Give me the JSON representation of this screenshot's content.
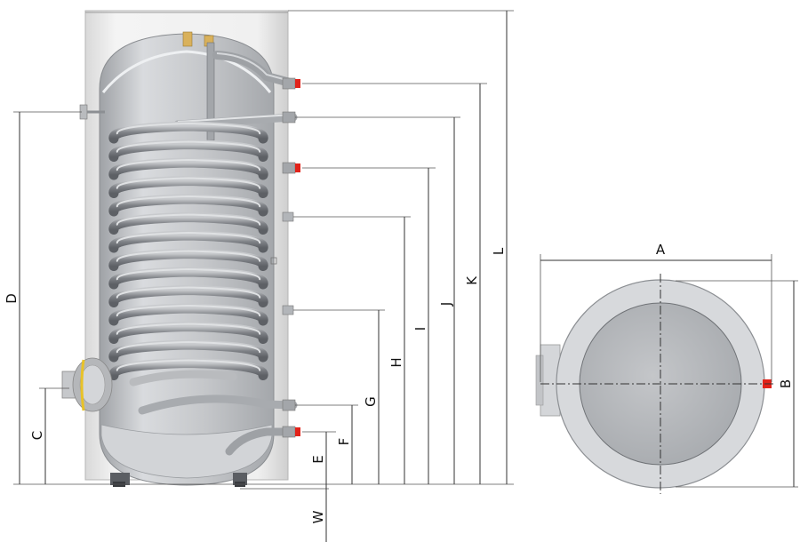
{
  "dimensions": {
    "A": "A",
    "B": "B",
    "C": "C",
    "D": "D",
    "E": "E",
    "F": "F",
    "G": "G",
    "H": "H",
    "I": "I",
    "J": "J",
    "K": "K",
    "L": "L",
    "W": "W"
  },
  "colors": {
    "tank_body": "#c9cbce",
    "tank_inner": "#b7b9bc",
    "coil": "#8e9196",
    "casing": "#e7e7e7",
    "red_cap": "#e2231a",
    "flange_yellow": "#e8c228",
    "line": "#333333"
  },
  "icons": {
    "tank_side_view": "water-heater-side-view",
    "tank_top_view": "water-heater-top-view"
  }
}
